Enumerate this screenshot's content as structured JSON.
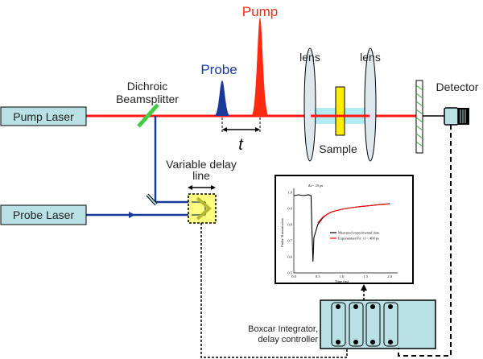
{
  "labels": {
    "pump_laser": "Pump Laser",
    "probe_laser": "Probe Laser",
    "dichroic_1": "Dichroic",
    "dichroic_2": "Beamsplitter",
    "probe_pulse": "Probe",
    "pump_pulse": "Pump",
    "delay_time": "t",
    "lens_1": "lens",
    "lens_2": "lens",
    "sample": "Sample",
    "detector": "Detector",
    "delay_line_1": "Variable delay",
    "delay_line_2": "line",
    "boxcar_1": "Boxcar Integrator,",
    "boxcar_2": "delay controller"
  },
  "colors": {
    "pump": "#ff0000",
    "probe": "#1a3a9a",
    "laser_box": "#b9e0e4",
    "beamsplitter": "#44cc44",
    "sample": "#ffee00",
    "delay_stage": "#ffff80"
  },
  "chart_data": {
    "type": "line",
    "xlabel": "Time (ns)",
    "ylabel": "Probe Transmission",
    "xlim": [
      0,
      2.0
    ],
    "ylim": [
      0.5,
      1.0
    ],
    "xticks": [
      "0.0",
      "0.5",
      "1.0",
      "1.5",
      "2.0"
    ],
    "yticks": [
      "0.5",
      "0.6",
      "0.7",
      "0.8",
      "0.9",
      "1.0"
    ],
    "annotation": "Δt ~ 25 ps",
    "series": [
      {
        "name": "Measured experimental data",
        "color": "#000000",
        "x": [
          0,
          0.1,
          0.2,
          0.3,
          0.36,
          0.38,
          0.4,
          0.42,
          0.45,
          0.5,
          0.6,
          0.7,
          0.8,
          1.0,
          1.2,
          1.4,
          1.6,
          1.8,
          2.0
        ],
        "y": [
          0.98,
          0.985,
          0.98,
          0.985,
          0.98,
          0.75,
          0.57,
          0.72,
          0.75,
          0.8,
          0.84,
          0.865,
          0.88,
          0.895,
          0.905,
          0.912,
          0.918,
          0.925,
          0.93
        ]
      },
      {
        "name": "Exponential Fit: τ1 ~ 400 ps",
        "color": "#ff0000",
        "x": [
          0.5,
          0.6,
          0.7,
          0.8,
          1.0,
          1.2,
          1.4,
          1.6,
          1.8,
          2.0
        ],
        "y": [
          0.81,
          0.845,
          0.865,
          0.88,
          0.895,
          0.905,
          0.912,
          0.918,
          0.924,
          0.928
        ]
      }
    ]
  }
}
